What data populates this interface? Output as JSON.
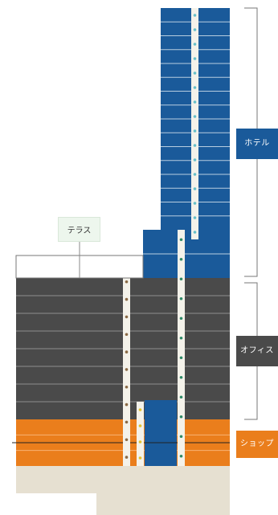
{
  "labels": {
    "hotel": "ホテル",
    "office": "オフィス",
    "shop": "ショップ",
    "terrace": "テラス"
  },
  "colors": {
    "hotel": "#1a5a9a",
    "office": "#4a4a4a",
    "shop": "#ea7e1c",
    "base": "#e6e0d1",
    "core": "#f4f2ea",
    "bracket": "#777777",
    "terrace_bg": "#edf6ed"
  },
  "floors": {
    "hotel": 16,
    "office": 8,
    "shop": 3
  }
}
